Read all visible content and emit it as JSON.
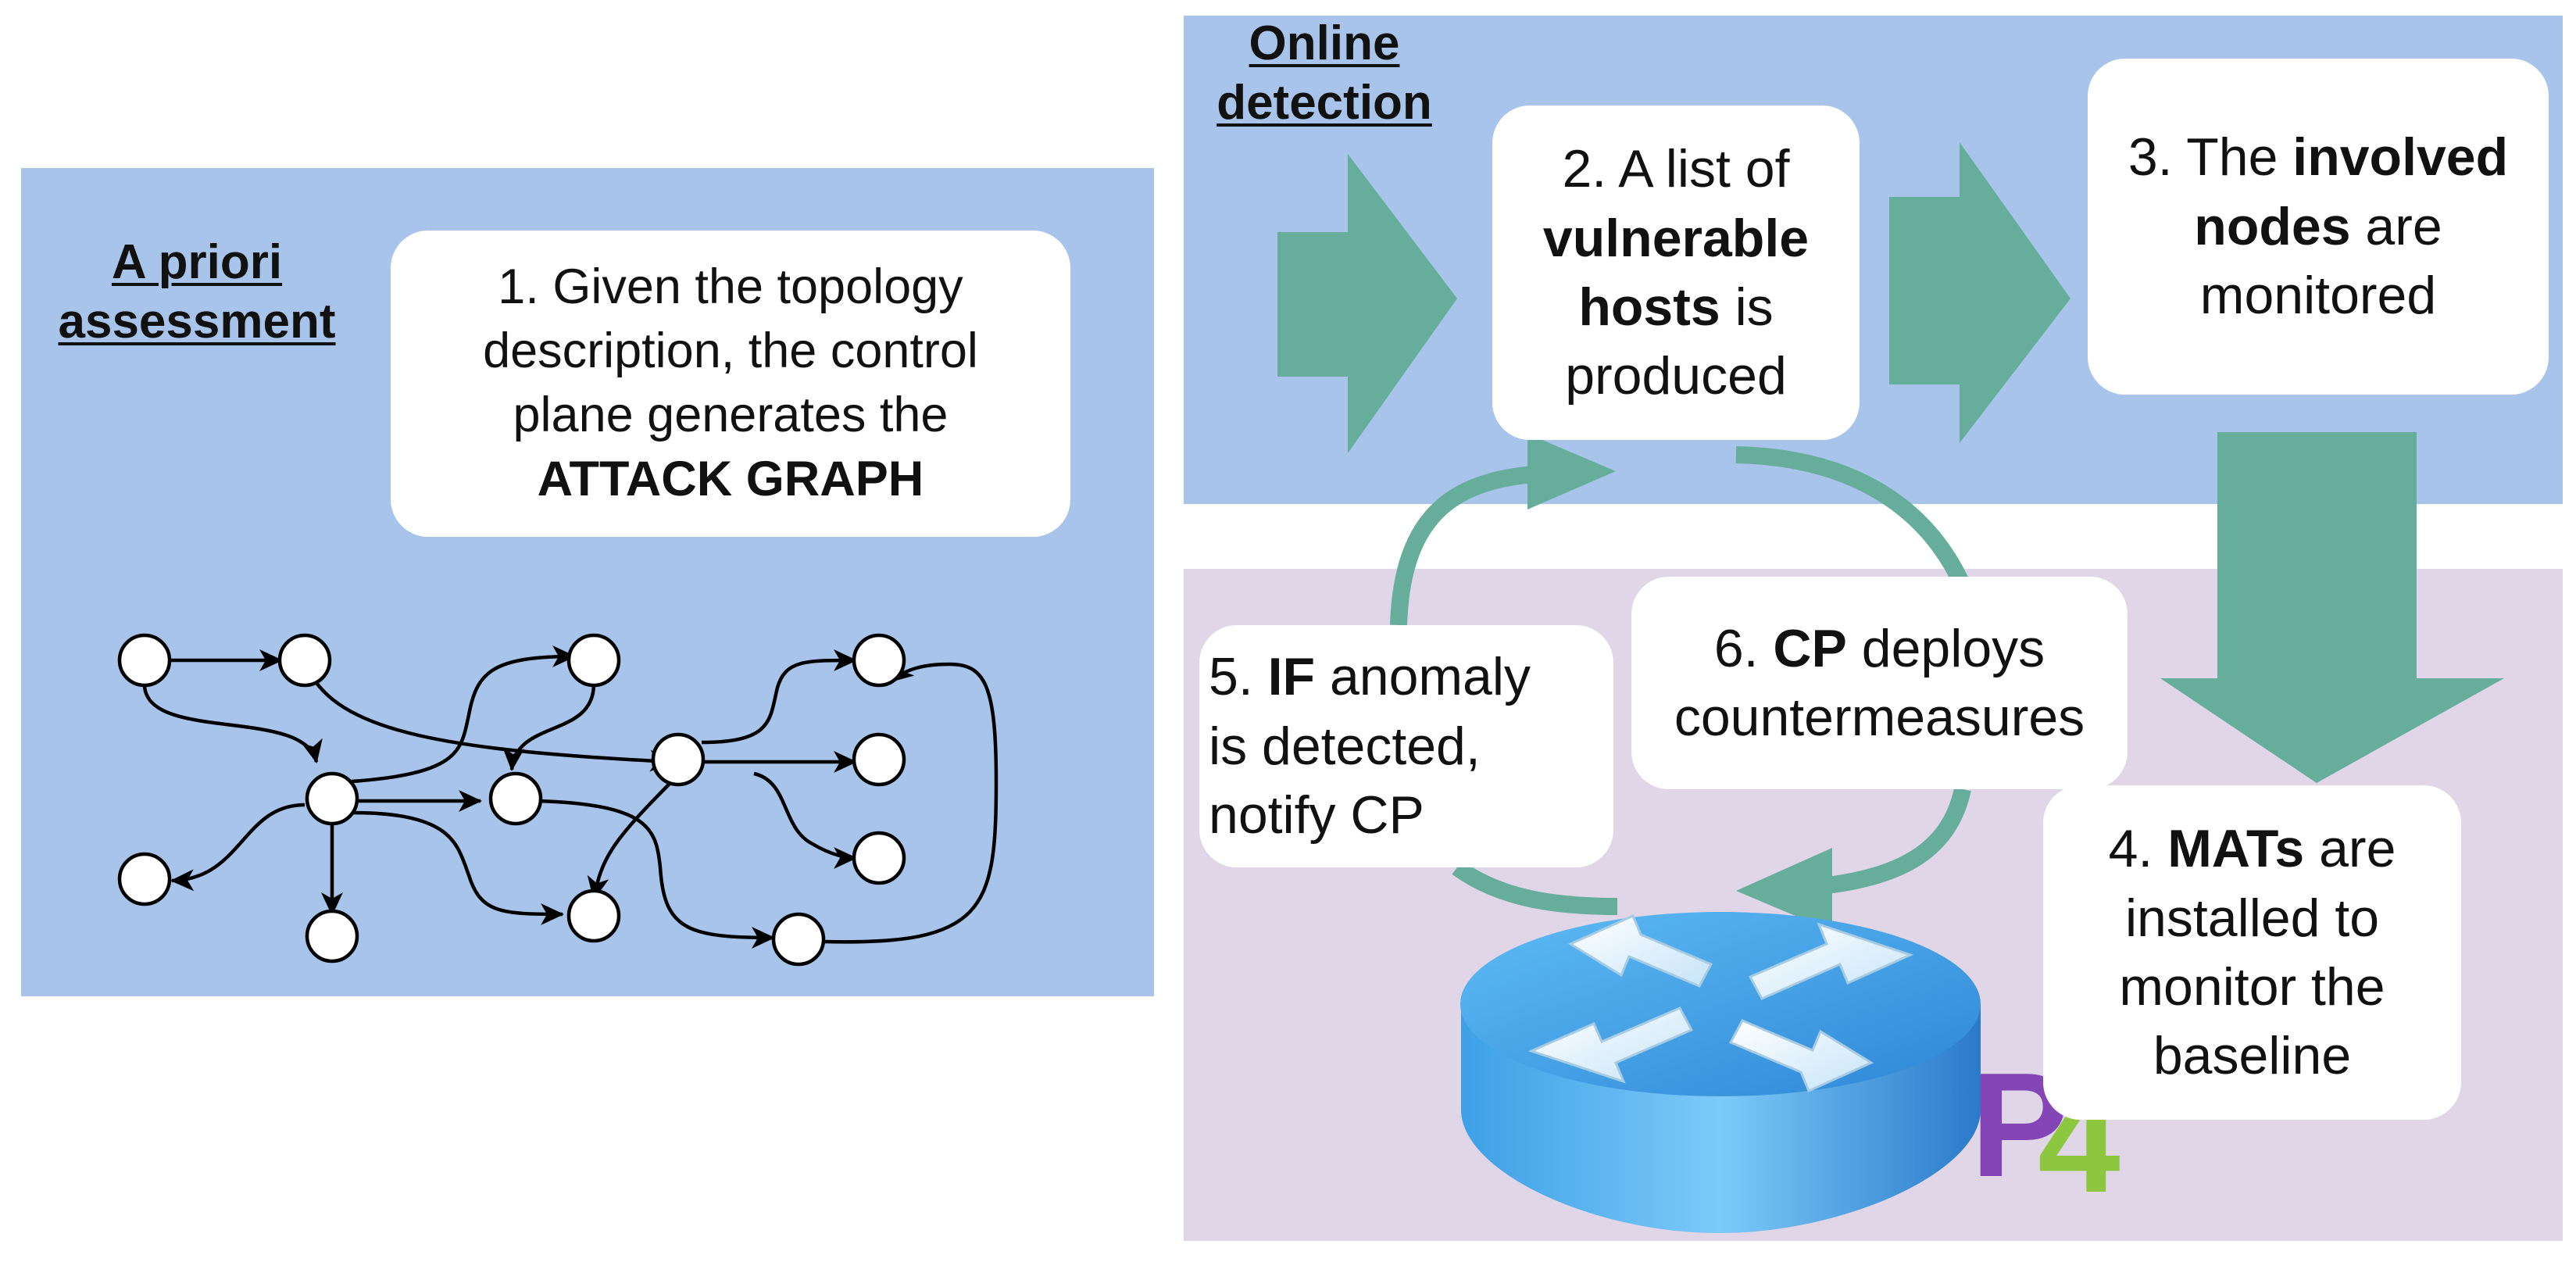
{
  "colors": {
    "blue_panel": "#a9c4ea",
    "purple_panel": "#e1d5e8",
    "arrow_teal": "#67ad9c",
    "box_fill": "#ffffff",
    "p4_purple": "#8446b6",
    "p4_green": "#8dc63f"
  },
  "a_priori": {
    "heading_line1": "A priori",
    "heading_line2": "assessment",
    "step1": {
      "line1": "1. Given the topology",
      "line2": "description, the control",
      "line3": "plane generates the",
      "line4": "ATTACK GRAPH"
    }
  },
  "online": {
    "heading_line1": "Online",
    "heading_line2": "detection",
    "step2": {
      "line1": "2. A list of",
      "line2": "vulnerable",
      "line3_bold": "hosts",
      "line3_rest": " is",
      "line4": "produced"
    },
    "step3": {
      "line1_prefix": "3. The ",
      "line1_bold": "involved",
      "line2_bold": "nodes",
      "line2_rest": " are",
      "line3": "monitored"
    }
  },
  "loop": {
    "step4": {
      "line1_prefix": "4. ",
      "line1_bold": "MATs",
      "line1_rest": " are",
      "line2": "installed to",
      "line3": "monitor the",
      "line4": "baseline"
    },
    "step5": {
      "line1_prefix": "5. ",
      "line1_bold": "IF",
      "line1_rest": " anomaly",
      "line2": "is detected,",
      "line3": "notify CP"
    },
    "step6": {
      "line1_prefix": "6. ",
      "line1_bold": "CP",
      "line1_rest": " deploys",
      "line2": "countermeasures"
    }
  },
  "icons": {
    "router": "router-icon",
    "p4_logo": "p4-logo"
  },
  "p4_logo_text": "P4"
}
